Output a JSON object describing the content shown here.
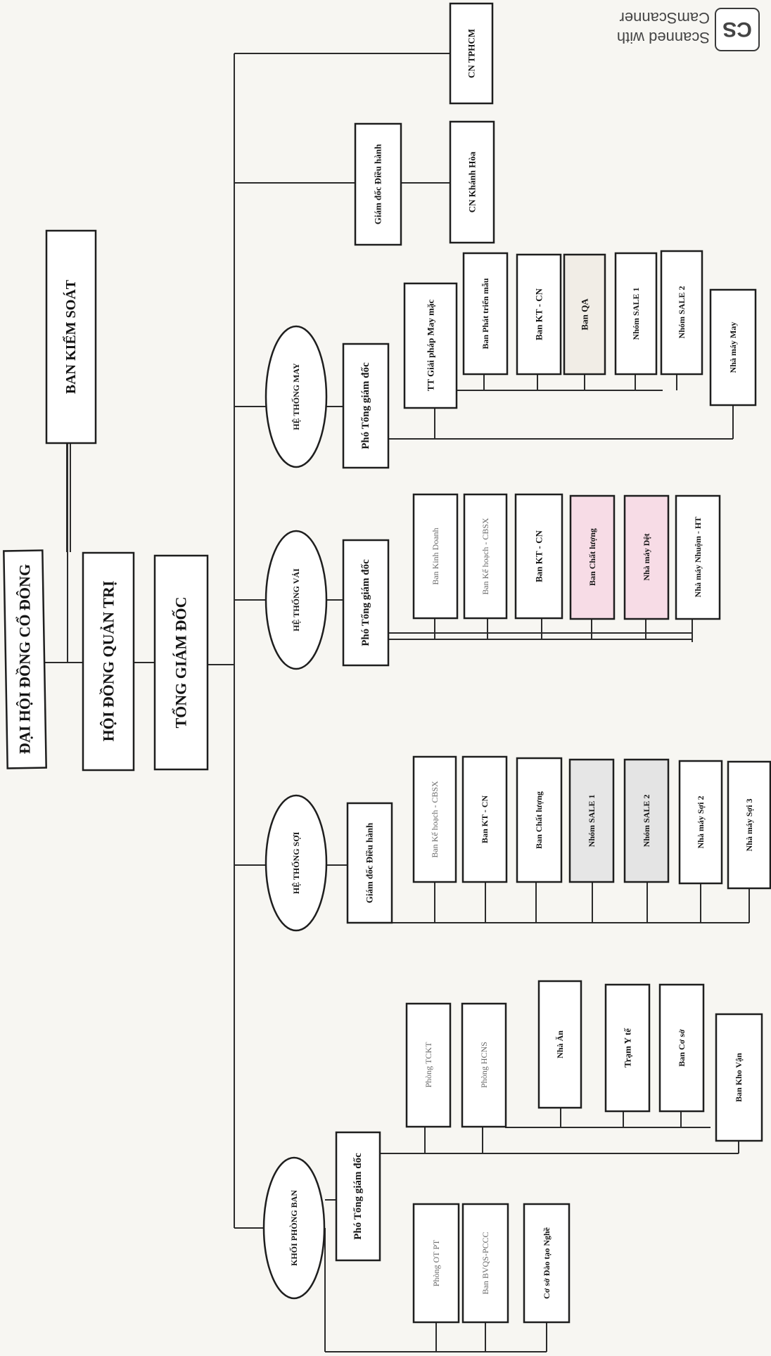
{
  "colors": {
    "paper": "#f7f6f2",
    "ink": "#1e1e1e",
    "pink_fill": "#f7dce6",
    "gray_fill": "#e4e4e4",
    "faint_text": "#6a6a6a"
  },
  "chart_data": {
    "type": "org-chart",
    "orientation": "rotated 90 degrees clockwise",
    "nodes": {
      "dhdcd": "ĐẠI HỘI ĐỒNG CỔ ĐÔNG",
      "hdqt": "HỘI ĐỒNG QUẢN TRỊ",
      "bks": "BAN KIỂM SOÁT",
      "tgd": "TỔNG GIÁM ĐỐC",
      "cn_tphcm": "CN TPHCM",
      "cn_khanh_hoa": "CN Khánh Hòa",
      "gd_dieu_hanh_cn": "Giám đốc Điều hành",
      "he_thong_may": "HỆ THỐNG MAY",
      "pho_tgd_may": "Phó Tổng giám đốc",
      "tt_giai_phap": "TT Giải pháp May mặc",
      "may_depts": [
        "Ban Phát triển mẫu",
        "Ban KT - CN",
        "Ban QA",
        "Nhóm SALE 1",
        "Nhóm SALE 2"
      ],
      "nha_may_may": "Nhà máy May",
      "he_thong_vai": "HỆ THỐNG VẢI",
      "pho_tgd_vai": "Phó Tổng giám đốc",
      "vai_depts": [
        "Ban Kinh Doanh",
        "Ban Kế hoạch - CBSX",
        "Ban KT - CN",
        "Ban Chất lượng",
        "Nhà máy Dệt",
        "Nhà máy Nhuộm - HT"
      ],
      "he_thong_soi": "HỆ THỐNG SỢI",
      "gd_dieu_hanh_soi": "Giám đốc Điều hành",
      "soi_depts": [
        "Ban Kế hoạch - CBSX",
        "Ban KT - CN",
        "Ban Chất lượng",
        "Nhóm SALE 1",
        "Nhóm SALE 2",
        "Nhà máy Sợi 2",
        "Nhà máy Sợi 3"
      ],
      "khoi_phong_ban": "KHỐI PHÒNG BAN",
      "pho_tgd_pb": "Phó Tổng giám đốc",
      "pb_sub": [
        "Phòng TCKT",
        "Phòng HCNS",
        "Nhà Ăn",
        "Trạm Y tế",
        "Ban Cơ sở",
        "Ban Kho Vận"
      ],
      "pb_direct": [
        "Phòng OT PT",
        "Ban BVQS-PCCC",
        "Cơ sở Đào tạo Nghề"
      ]
    }
  },
  "watermark": {
    "logo": "CS",
    "line1": "Scanned with",
    "line2": "CamScanner"
  }
}
